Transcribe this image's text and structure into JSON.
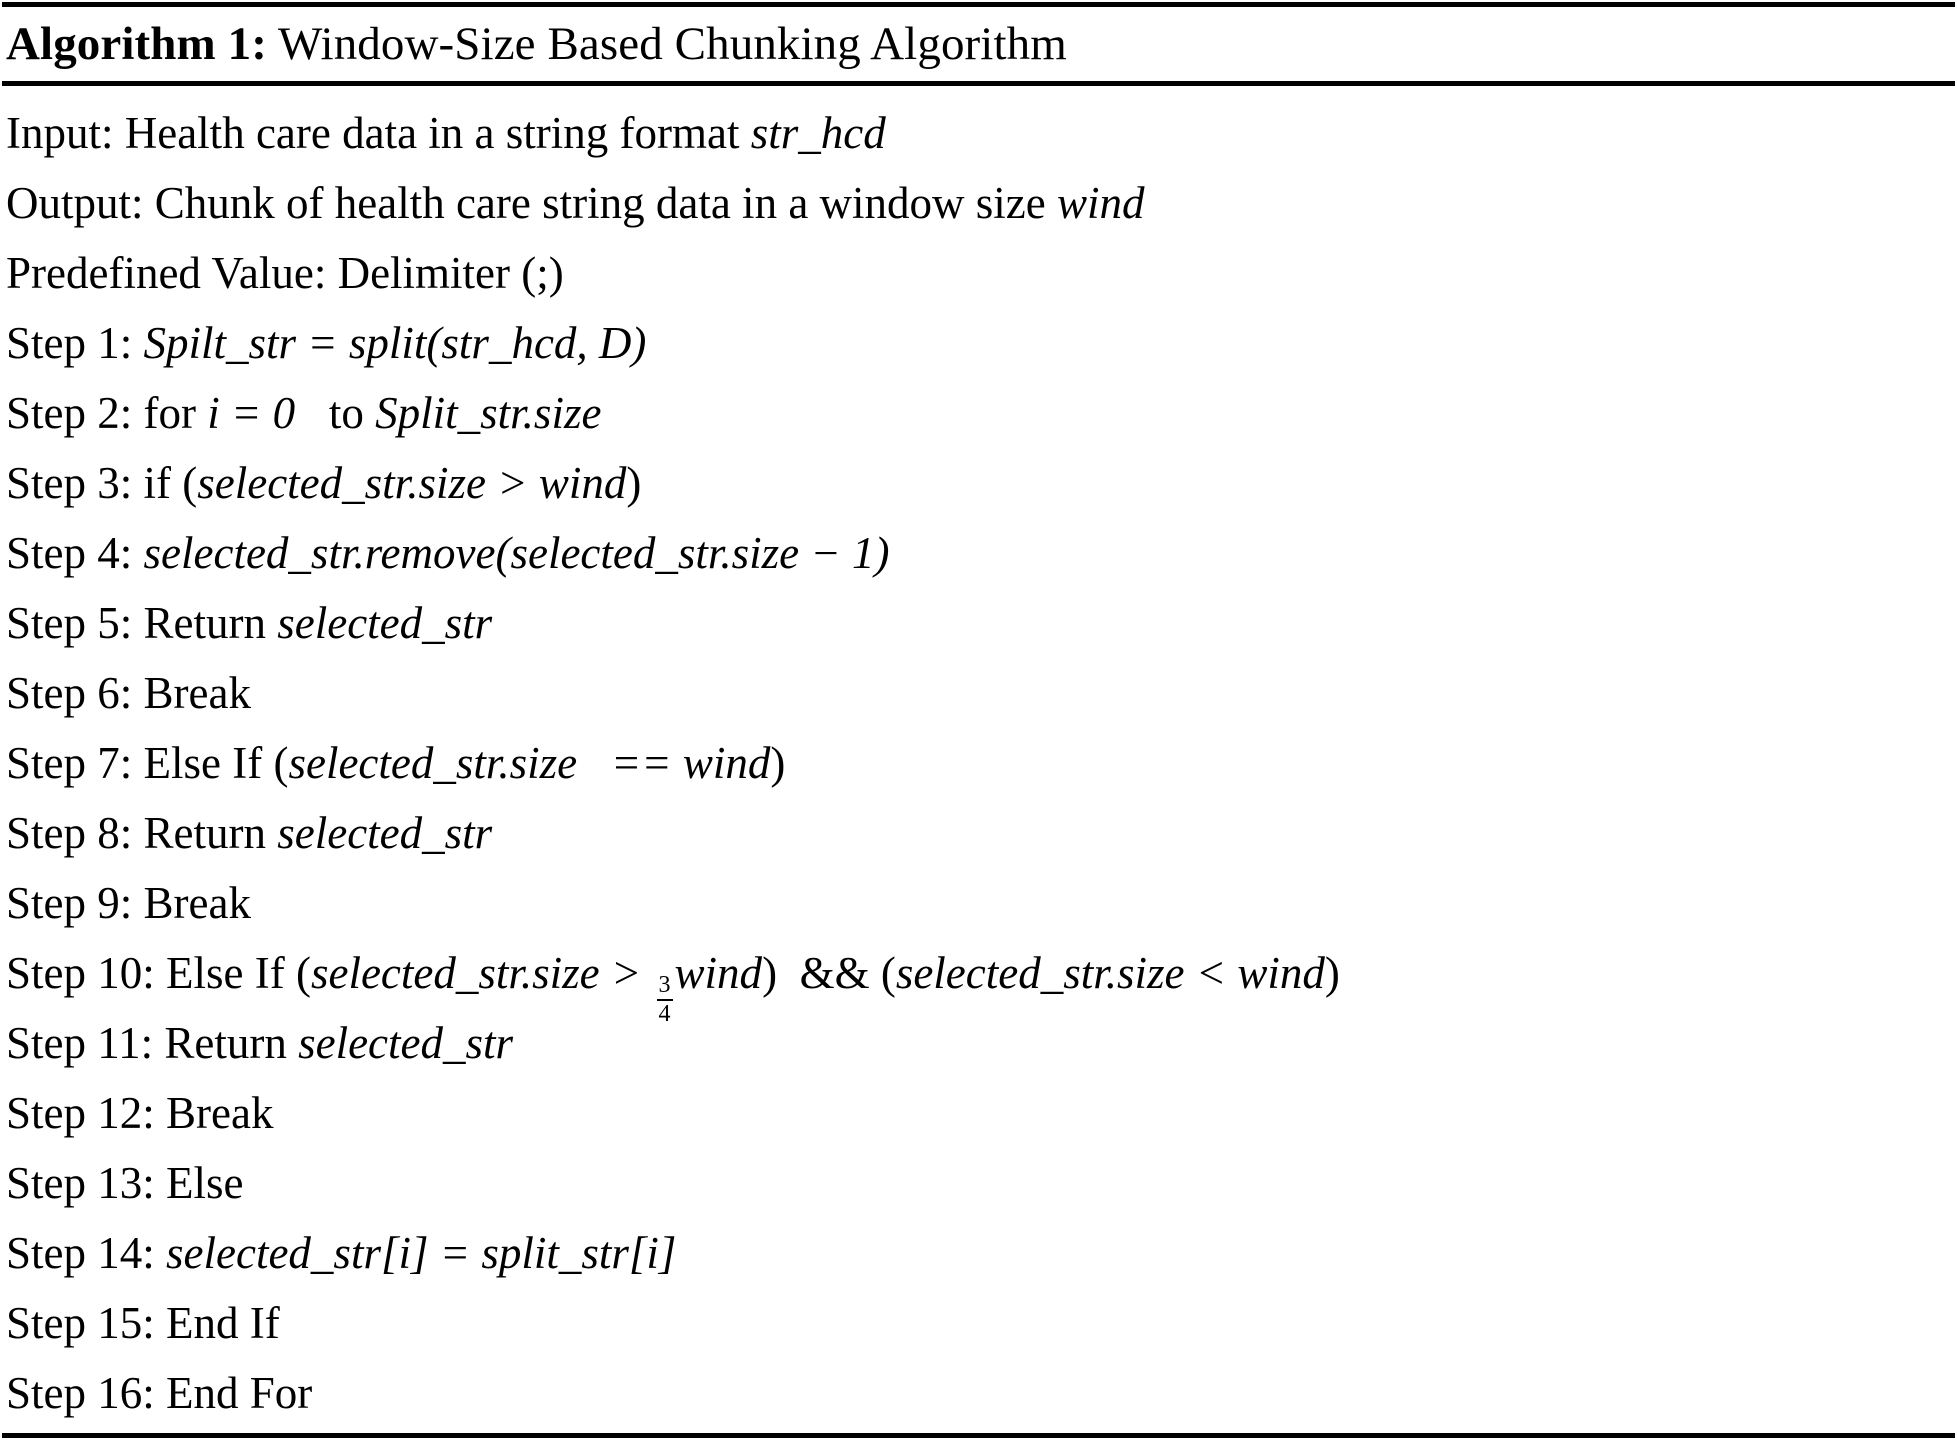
{
  "algorithm": {
    "label": "Algorithm 1:",
    "title": " Window-Size Based Chunking Algorithm",
    "io": {
      "input_label": "Input: Health care data in a string format ",
      "input_var": "str_hcd",
      "output_label": "Output: Chunk of health care string data in a window size ",
      "output_var": "wind",
      "predefined": "Predefined Value: Delimiter (;)"
    },
    "steps": [
      {
        "num": "Step 1: ",
        "parts": [
          {
            "text": "Spilt_str = split(str_hcd, D)",
            "style": "italic"
          }
        ]
      },
      {
        "num": "Step 2: ",
        "parts": [
          {
            "text": "for ",
            "style": "roman"
          },
          {
            "text": "i = 0",
            "style": "italic"
          },
          {
            "text": "   to ",
            "style": "roman"
          },
          {
            "text": "Split_str.size",
            "style": "italic"
          }
        ]
      },
      {
        "num": "Step 3: ",
        "parts": [
          {
            "text": "if (",
            "style": "roman"
          },
          {
            "text": "selected_str.size > wind",
            "style": "italic"
          },
          {
            "text": ")",
            "style": "roman"
          }
        ]
      },
      {
        "num": "Step 4: ",
        "parts": [
          {
            "text": "selected_str.remove(selected_str.size − 1)",
            "style": "italic"
          }
        ]
      },
      {
        "num": "Step 5: ",
        "parts": [
          {
            "text": "Return ",
            "style": "roman"
          },
          {
            "text": "selected_str",
            "style": "italic"
          }
        ]
      },
      {
        "num": "Step 6: ",
        "parts": [
          {
            "text": "Break",
            "style": "roman"
          }
        ]
      },
      {
        "num": "Step 7: ",
        "parts": [
          {
            "text": "Else If (",
            "style": "roman"
          },
          {
            "text": "selected_str.size",
            "style": "italic"
          },
          {
            "text": "   == ",
            "style": "italic"
          },
          {
            "text": "wind",
            "style": "italic"
          },
          {
            "text": ")",
            "style": "roman"
          }
        ]
      },
      {
        "num": "Step 8: ",
        "parts": [
          {
            "text": "Return ",
            "style": "roman"
          },
          {
            "text": "selected_str",
            "style": "italic"
          }
        ]
      },
      {
        "num": "Step 9: ",
        "parts": [
          {
            "text": "Break",
            "style": "roman"
          }
        ]
      },
      {
        "num": "Step 10: ",
        "parts": [
          {
            "text": "Else If (",
            "style": "roman"
          },
          {
            "text": "selected_str.size > ",
            "style": "italic"
          },
          {
            "text": "3/4",
            "style": "fraction",
            "numerator": "3",
            "denominator": "4"
          },
          {
            "text": "wind",
            "style": "italic"
          },
          {
            "text": ")",
            "style": "roman"
          },
          {
            "text": "  && (",
            "style": "roman"
          },
          {
            "text": "selected_str.size < wind",
            "style": "italic"
          },
          {
            "text": ")",
            "style": "roman"
          }
        ]
      },
      {
        "num": "Step 11: ",
        "parts": [
          {
            "text": "Return ",
            "style": "roman"
          },
          {
            "text": "selected_str",
            "style": "italic"
          }
        ]
      },
      {
        "num": "Step 12: ",
        "parts": [
          {
            "text": "Break",
            "style": "roman"
          }
        ]
      },
      {
        "num": "Step 13: ",
        "parts": [
          {
            "text": "Else",
            "style": "roman"
          }
        ]
      },
      {
        "num": "Step 14: ",
        "parts": [
          {
            "text": "selected_str[i] = split_str[i]",
            "style": "italic"
          }
        ]
      },
      {
        "num": "Step 15: ",
        "parts": [
          {
            "text": "End If",
            "style": "roman"
          }
        ]
      },
      {
        "num": "Step 16: ",
        "parts": [
          {
            "text": "End For",
            "style": "roman"
          }
        ]
      }
    ]
  },
  "colors": {
    "text": "#000000",
    "rule": "#000000",
    "background": "#ffffff"
  }
}
